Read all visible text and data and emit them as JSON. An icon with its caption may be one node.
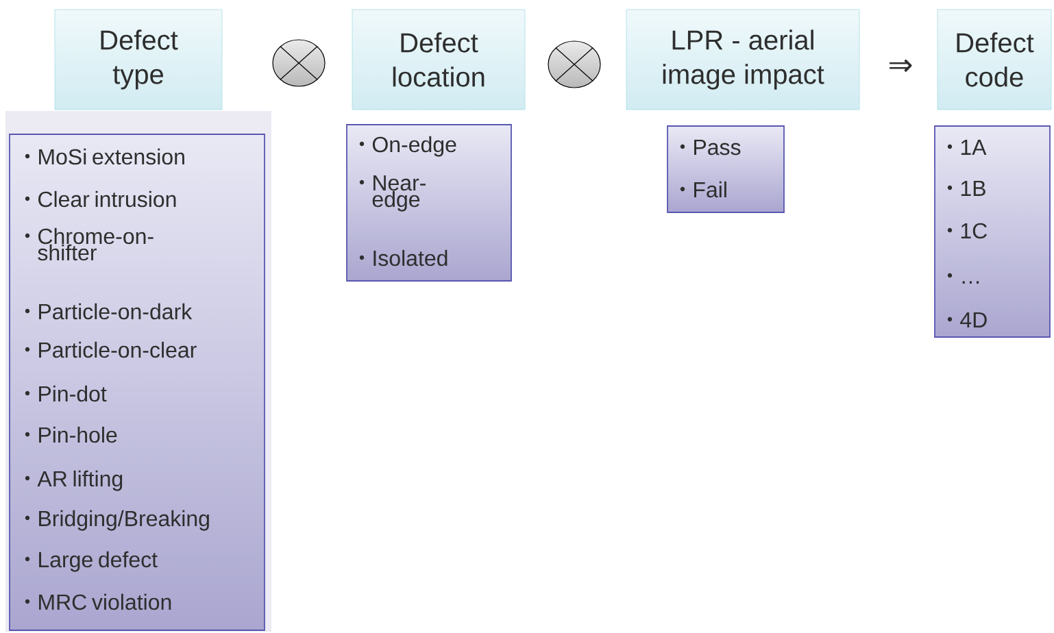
{
  "diagram": {
    "nodes": [
      {
        "text": [
          "Defect type"
        ]
      },
      {
        "text": [
          "MoSi extension",
          "Clear intrusion",
          "Chrome-on-shifter",
          "Particle-on-dark",
          "Particle-on-clear",
          "Pin-dot",
          "Pin-hole",
          "AR lifting",
          "Bridging/Breaking",
          "Large defect",
          "MRC violation"
        ]
      },
      {
        "text": [
          "Defect location"
        ]
      },
      {
        "text": [
          "On-edge",
          "Near-edge",
          "Isolated"
        ]
      },
      {
        "text": [
          "LPR - aerial image impact"
        ]
      },
      {
        "text": [
          "Pass",
          "Fail"
        ]
      },
      {
        "text": [
          "Defect code"
        ]
      },
      {
        "text": [
          "1A",
          "1B",
          "1C",
          "…",
          "4D"
        ]
      }
    ],
    "labels": [
      "⇒"
    ]
  }
}
